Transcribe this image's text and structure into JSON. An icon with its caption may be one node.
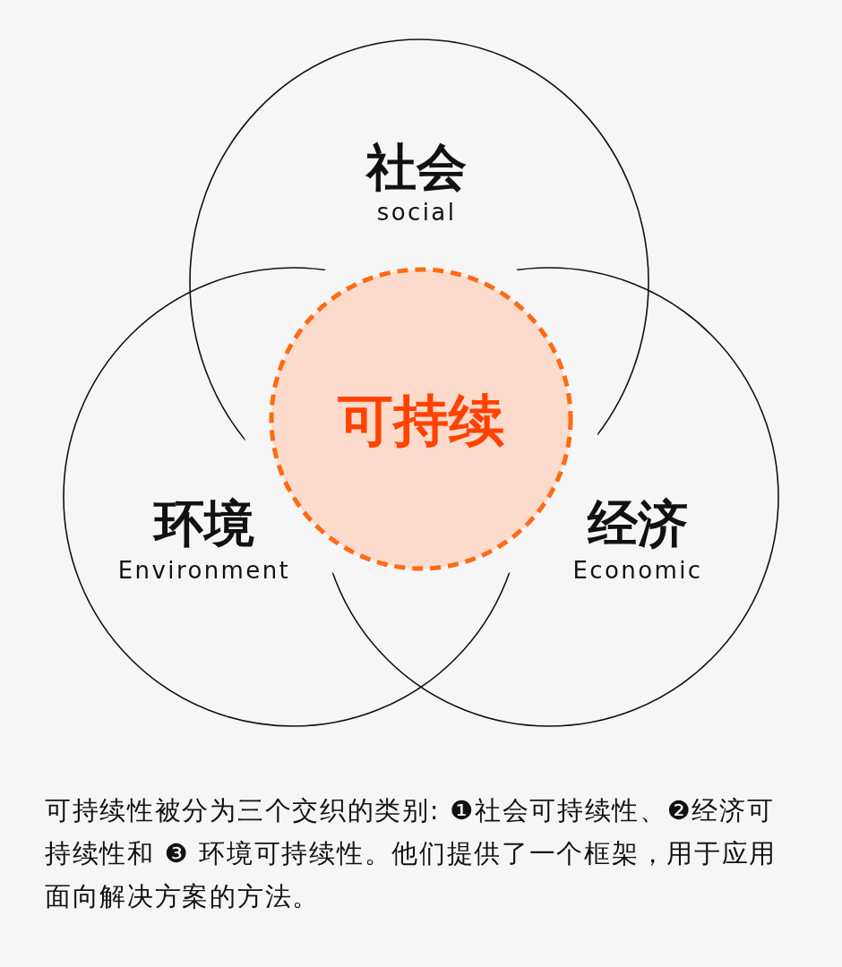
{
  "diagram": {
    "nodes": [
      {
        "text": [
          "社会",
          "social"
        ]
      },
      {
        "text": [
          "可持续"
        ]
      },
      {
        "text": [
          "环境",
          "Environment"
        ]
      },
      {
        "text": [
          "经济",
          "Economic"
        ]
      }
    ],
    "caption": "可持续性被分为三个交织的类别: ❶社会可持续性、❷经济可持续性和 ❸ 环境可持续性。他们提供了一个框架，用于应用面向解决方案的方法。"
  }
}
